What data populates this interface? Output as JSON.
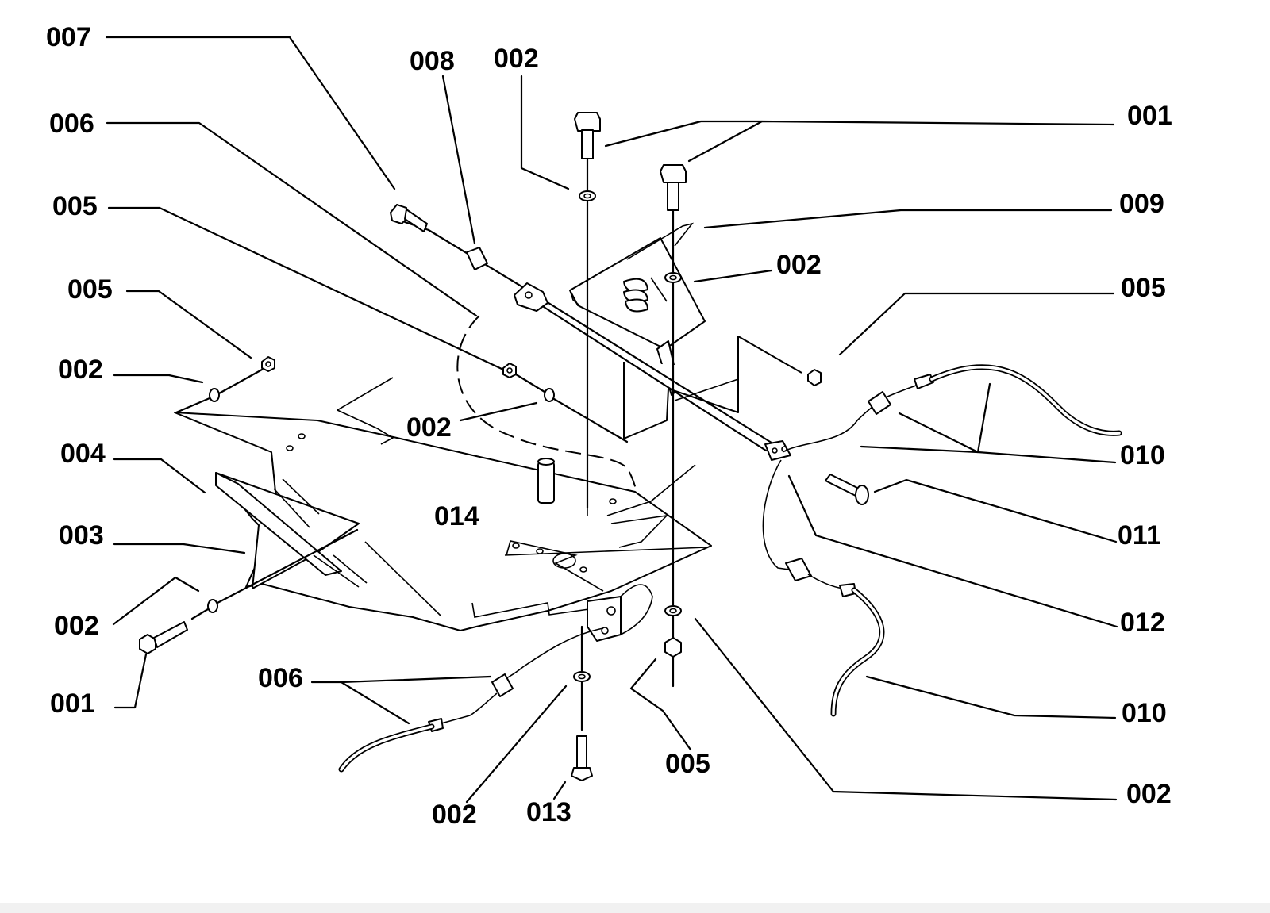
{
  "diagram": {
    "callouts": [
      {
        "id": "c-007",
        "text": "007"
      },
      {
        "id": "c-008",
        "text": "008"
      },
      {
        "id": "c-002-top",
        "text": "002"
      },
      {
        "id": "c-001-top",
        "text": "001"
      },
      {
        "id": "c-006-top",
        "text": "006"
      },
      {
        "id": "c-009",
        "text": "009"
      },
      {
        "id": "c-005-a",
        "text": "005"
      },
      {
        "id": "c-002-mid-right",
        "text": "002"
      },
      {
        "id": "c-005-b",
        "text": "005"
      },
      {
        "id": "c-005-right",
        "text": "005"
      },
      {
        "id": "c-002-left",
        "text": "002"
      },
      {
        "id": "c-002-center",
        "text": "002"
      },
      {
        "id": "c-010-upper",
        "text": "010"
      },
      {
        "id": "c-004",
        "text": "004"
      },
      {
        "id": "c-014",
        "text": "014"
      },
      {
        "id": "c-011",
        "text": "011"
      },
      {
        "id": "c-003",
        "text": "003"
      },
      {
        "id": "c-012",
        "text": "012"
      },
      {
        "id": "c-002-lower-left",
        "text": "002"
      },
      {
        "id": "c-006-bottom",
        "text": "006"
      },
      {
        "id": "c-001-bottom",
        "text": "001"
      },
      {
        "id": "c-010-lower",
        "text": "010"
      },
      {
        "id": "c-005-bottom",
        "text": "005"
      },
      {
        "id": "c-002-bottom-right",
        "text": "002"
      },
      {
        "id": "c-002-bottom",
        "text": "002"
      },
      {
        "id": "c-013",
        "text": "013"
      }
    ]
  }
}
